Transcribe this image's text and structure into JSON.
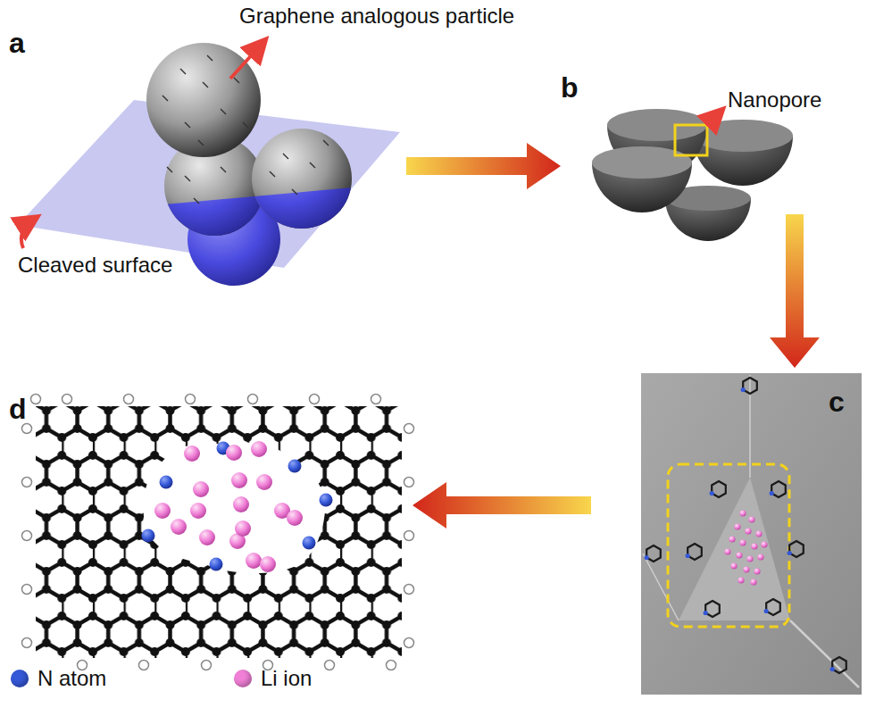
{
  "diagram": {
    "labels": [
      "Graphene analogous particle",
      "a",
      "b",
      "Nanopore",
      "Cleaved surface",
      "c",
      "d"
    ],
    "legend": [
      {
        "text": "N atom",
        "color": "#3558d8"
      },
      {
        "text": "Li ion",
        "color": "#f07fd6"
      }
    ]
  }
}
